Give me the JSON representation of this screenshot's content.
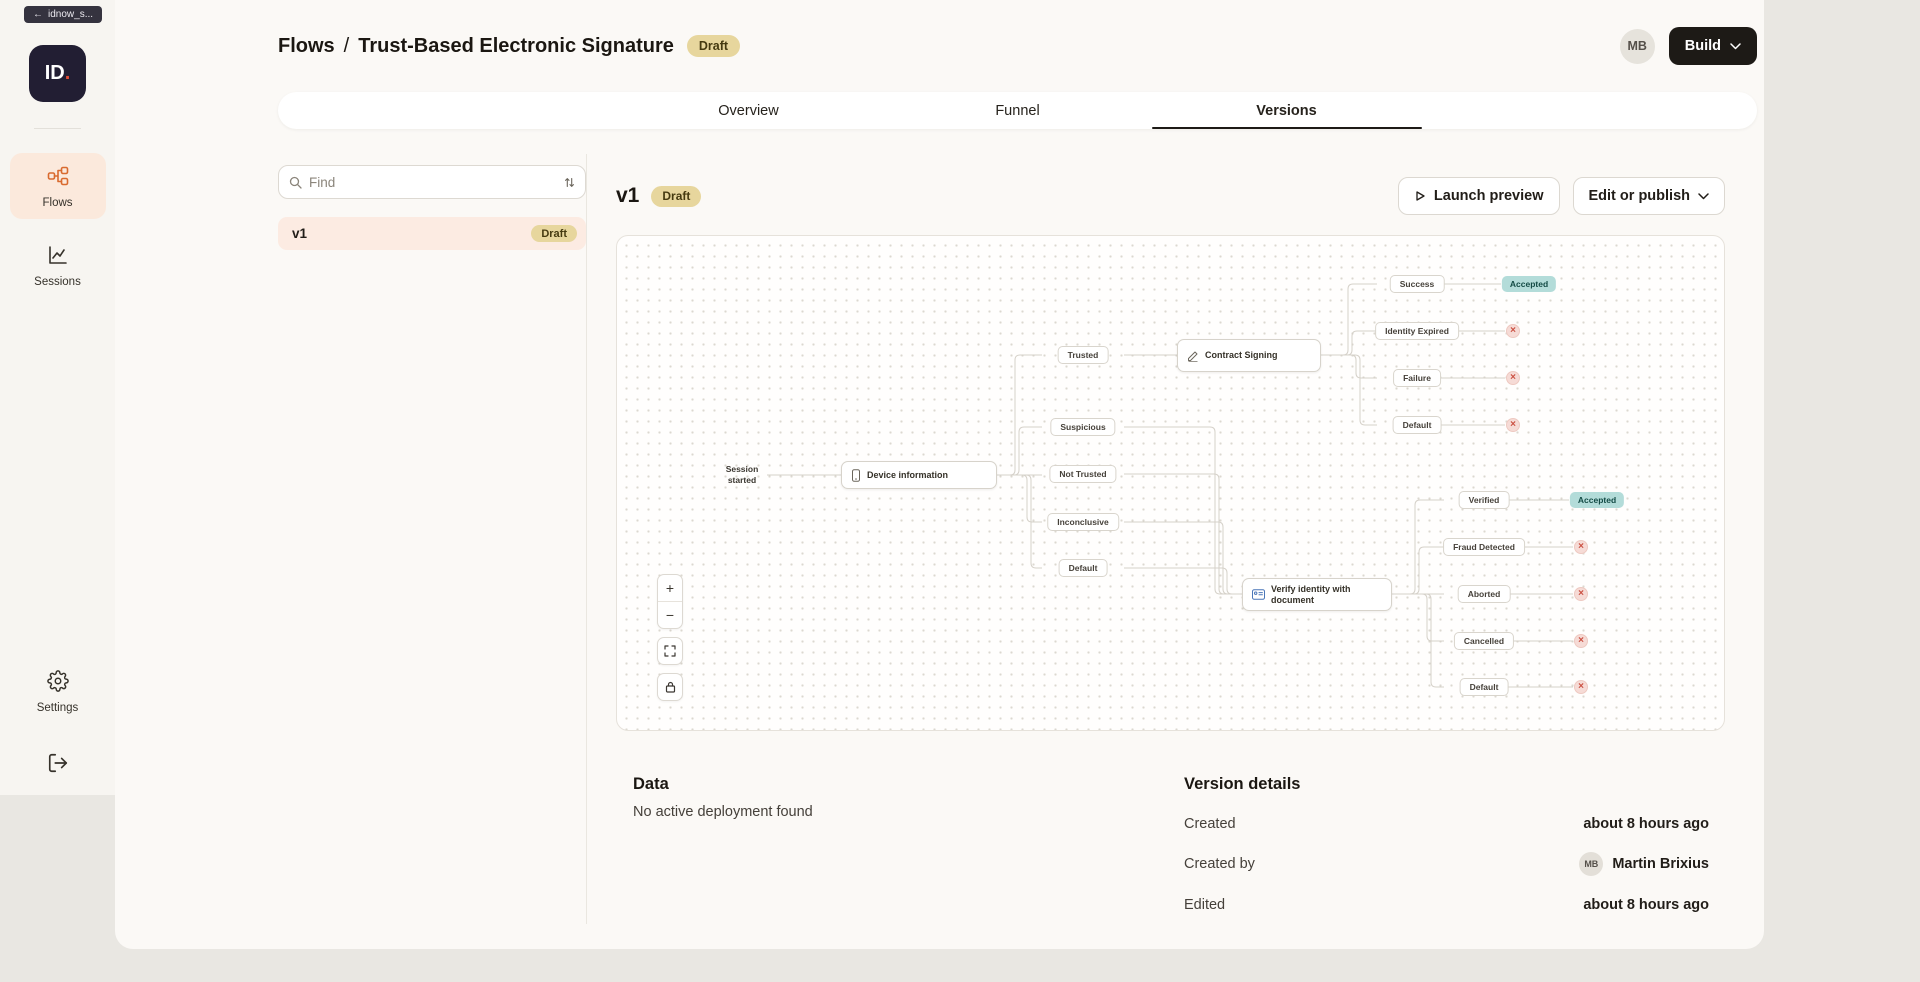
{
  "browser_tab": {
    "back_icon": "←",
    "label": "idnow_s..."
  },
  "sidebar": {
    "logo_text": "ID",
    "logo_dot": ".",
    "items": [
      {
        "label": "Flows"
      },
      {
        "label": "Sessions"
      },
      {
        "label": "Settings"
      }
    ]
  },
  "header": {
    "breadcrumb_root": "Flows",
    "separator": "/",
    "title": "Trust-Based Electronic Signature",
    "badge": "Draft",
    "avatar": "MB",
    "build_label": "Build"
  },
  "tabs": [
    {
      "label": "Overview"
    },
    {
      "label": "Funnel"
    },
    {
      "label": "Versions"
    }
  ],
  "versions_list": {
    "search_placeholder": "Find",
    "items": [
      {
        "name": "v1",
        "badge": "Draft"
      }
    ]
  },
  "version_header": {
    "title": "v1",
    "badge": "Draft",
    "launch_preview": "Launch preview",
    "edit_or_publish": "Edit or publish"
  },
  "flow": {
    "start_label": "Session started",
    "nodes": [
      {
        "id": "device",
        "label": "Device information",
        "icon": "smartphone-icon"
      },
      {
        "id": "contract",
        "label": "Contract Signing",
        "icon": "signature-icon"
      },
      {
        "id": "verify",
        "label": "Verify identity with document",
        "icon": "id-card-icon"
      }
    ],
    "device_outcomes": [
      "Trusted",
      "Suspicious",
      "Not Trusted",
      "Inconclusive",
      "Default"
    ],
    "contract_outcomes": [
      {
        "label": "Success",
        "result": "accepted",
        "result_label": "Accepted"
      },
      {
        "label": "Identity Expired",
        "result": "rejected"
      },
      {
        "label": "Failure",
        "result": "rejected"
      },
      {
        "label": "Default",
        "result": "rejected"
      }
    ],
    "verify_outcomes": [
      {
        "label": "Verified",
        "result": "accepted",
        "result_label": "Accepted"
      },
      {
        "label": "Fraud Detected",
        "result": "rejected"
      },
      {
        "label": "Aborted",
        "result": "rejected"
      },
      {
        "label": "Cancelled",
        "result": "rejected"
      },
      {
        "label": "Default",
        "result": "rejected"
      }
    ]
  },
  "zoom_controls": {
    "zoom_in": "+",
    "zoom_out": "−"
  },
  "data_section": {
    "title": "Data",
    "empty_text": "No active deployment found"
  },
  "version_details": {
    "title": "Version details",
    "rows": [
      {
        "label": "Created",
        "value": "about 8 hours ago"
      },
      {
        "label": "Created by",
        "value": "Martin Brixius",
        "avatar": "MB"
      },
      {
        "label": "Edited",
        "value": "about 8 hours ago"
      }
    ]
  },
  "colors": {
    "accent_orange": "#d96a2e",
    "badge_draft_bg": "#e7d69d",
    "accepted_bg": "#b3dcd9",
    "rejected_red": "#cb5143",
    "build_button_bg": "#1d1a16"
  }
}
